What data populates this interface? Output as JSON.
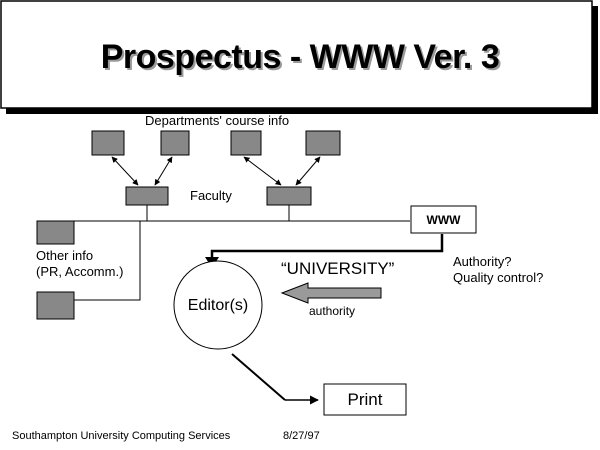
{
  "slide": {
    "title": "Prospectus - WWW Ver. 3",
    "footer_org": "Southampton University Computing Services",
    "footer_date": "8/27/97"
  },
  "diagram": {
    "departments_label": "Departments' course info",
    "faculty_label": "Faculty",
    "www_label": "WWW",
    "other_info_line1": "Other info",
    "other_info_line2": "(PR, Accomm.)",
    "authority_q": "Authority?",
    "quality_q": "Quality control?",
    "university_label": "“UNIVERSITY”",
    "authority_label": "authority",
    "editor_label": "Editor(s)",
    "print_label": "Print"
  },
  "colors": {
    "box_fill": "#888888",
    "arrow_fill": "#9a9a9a",
    "title_shadow": "#9a9a9a",
    "line": "#000000"
  }
}
